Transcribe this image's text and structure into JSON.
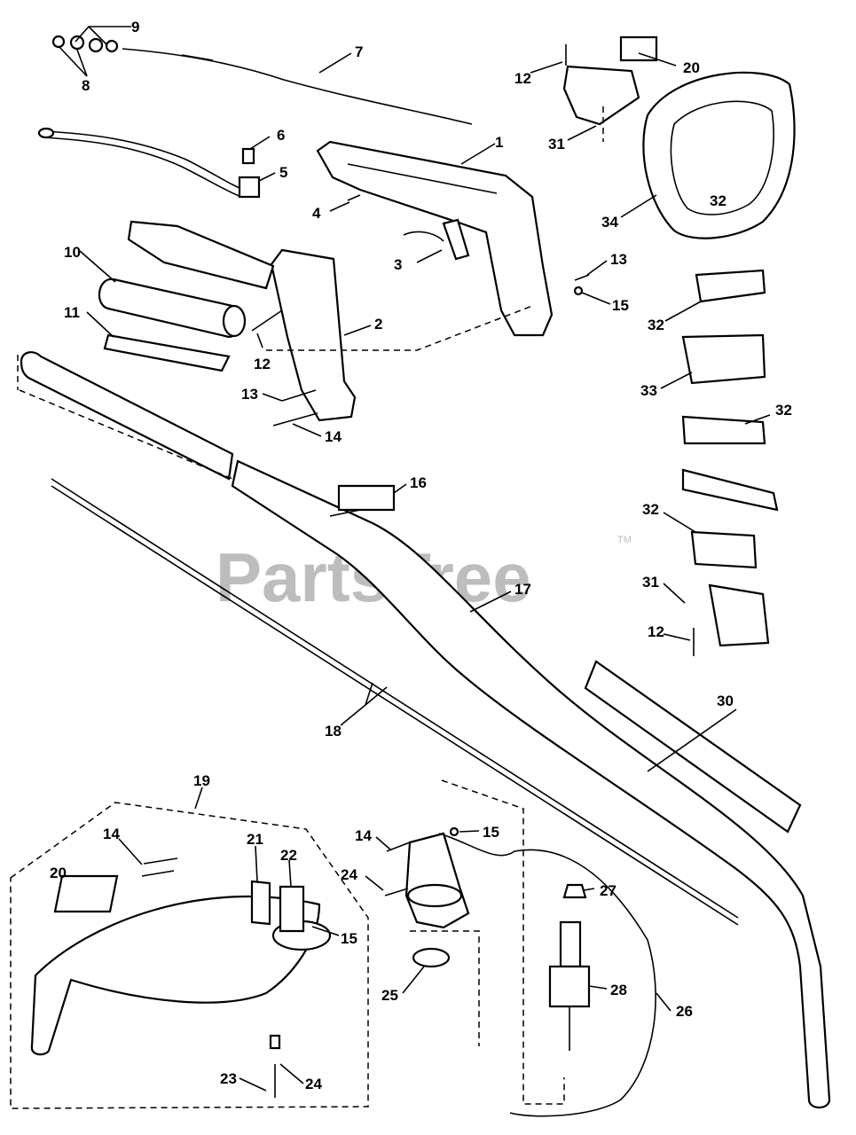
{
  "watermark": {
    "brand": "PartsTree",
    "trademark": "TM"
  },
  "callouts": [
    {
      "id": "c1",
      "text": "1"
    },
    {
      "id": "c2",
      "text": "2"
    },
    {
      "id": "c3",
      "text": "3"
    },
    {
      "id": "c4",
      "text": "4"
    },
    {
      "id": "c5",
      "text": "5"
    },
    {
      "id": "c6",
      "text": "6"
    },
    {
      "id": "c7",
      "text": "7"
    },
    {
      "id": "c8",
      "text": "8"
    },
    {
      "id": "c9",
      "text": "9"
    },
    {
      "id": "c10",
      "text": "10"
    },
    {
      "id": "c11",
      "text": "11"
    },
    {
      "id": "c12a",
      "text": "12"
    },
    {
      "id": "c12b",
      "text": "12"
    },
    {
      "id": "c12c",
      "text": "12"
    },
    {
      "id": "c13a",
      "text": "13"
    },
    {
      "id": "c13b",
      "text": "13"
    },
    {
      "id": "c14a",
      "text": "14"
    },
    {
      "id": "c14b",
      "text": "14"
    },
    {
      "id": "c14c",
      "text": "14"
    },
    {
      "id": "c15a",
      "text": "15"
    },
    {
      "id": "c15b",
      "text": "15"
    },
    {
      "id": "c15c",
      "text": "15"
    },
    {
      "id": "c16",
      "text": "16"
    },
    {
      "id": "c17",
      "text": "17"
    },
    {
      "id": "c18",
      "text": "18"
    },
    {
      "id": "c19",
      "text": "19"
    },
    {
      "id": "c20a",
      "text": "20"
    },
    {
      "id": "c20b",
      "text": "20"
    },
    {
      "id": "c21",
      "text": "21"
    },
    {
      "id": "c22",
      "text": "22"
    },
    {
      "id": "c23",
      "text": "23"
    },
    {
      "id": "c24a",
      "text": "24"
    },
    {
      "id": "c24b",
      "text": "24"
    },
    {
      "id": "c25",
      "text": "25"
    },
    {
      "id": "c26",
      "text": "26"
    },
    {
      "id": "c27",
      "text": "27"
    },
    {
      "id": "c28",
      "text": "28"
    },
    {
      "id": "c30",
      "text": "30"
    },
    {
      "id": "c31a",
      "text": "31"
    },
    {
      "id": "c31b",
      "text": "31"
    },
    {
      "id": "c32a",
      "text": "32"
    },
    {
      "id": "c32b",
      "text": "32"
    },
    {
      "id": "c32c",
      "text": "32"
    },
    {
      "id": "c32d",
      "text": "32"
    },
    {
      "id": "c33",
      "text": "33"
    },
    {
      "id": "c34",
      "text": "34"
    }
  ]
}
